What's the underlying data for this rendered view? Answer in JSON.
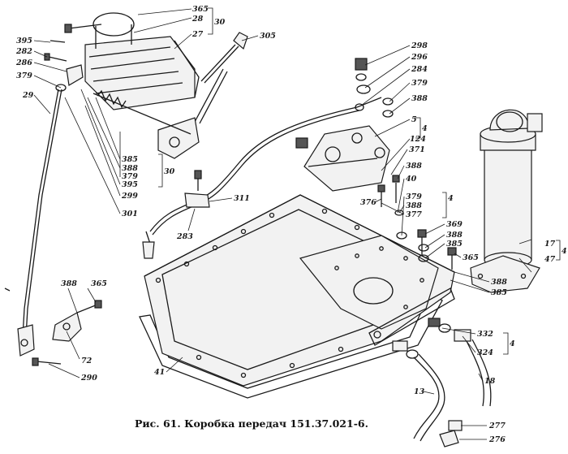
{
  "caption": "Рис. 61. Коробка передач 151.37.021-6.",
  "labels": [
    {
      "id": "l365a",
      "text": "365"
    },
    {
      "id": "l28",
      "text": "28"
    },
    {
      "id": "l27",
      "text": "27"
    },
    {
      "id": "l30a",
      "text": "30"
    },
    {
      "id": "l305",
      "text": "305"
    },
    {
      "id": "l395a",
      "text": "395"
    },
    {
      "id": "l282",
      "text": "282"
    },
    {
      "id": "l286",
      "text": "286"
    },
    {
      "id": "l379a",
      "text": "379"
    },
    {
      "id": "l29",
      "text": "29"
    },
    {
      "id": "l298",
      "text": "298"
    },
    {
      "id": "l296",
      "text": "296"
    },
    {
      "id": "l284",
      "text": "284"
    },
    {
      "id": "l379b",
      "text": "379"
    },
    {
      "id": "l388a",
      "text": "388"
    },
    {
      "id": "l5",
      "text": "5"
    },
    {
      "id": "l4a",
      "text": "4"
    },
    {
      "id": "l124",
      "text": "124"
    },
    {
      "id": "l371",
      "text": "371"
    },
    {
      "id": "l385a",
      "text": "385"
    },
    {
      "id": "l388b",
      "text": "388"
    },
    {
      "id": "l379c",
      "text": "379"
    },
    {
      "id": "l395b",
      "text": "395"
    },
    {
      "id": "l30b",
      "text": "30"
    },
    {
      "id": "l299",
      "text": "299"
    },
    {
      "id": "l301",
      "text": "301"
    },
    {
      "id": "l311",
      "text": "311"
    },
    {
      "id": "l283",
      "text": "283"
    },
    {
      "id": "l376",
      "text": "376"
    },
    {
      "id": "l388c",
      "text": "388"
    },
    {
      "id": "l40",
      "text": "40"
    },
    {
      "id": "l379d",
      "text": "379"
    },
    {
      "id": "l388d",
      "text": "388"
    },
    {
      "id": "l377",
      "text": "377"
    },
    {
      "id": "l4b",
      "text": "4"
    },
    {
      "id": "l369",
      "text": "369"
    },
    {
      "id": "l388e",
      "text": "388"
    },
    {
      "id": "l385b",
      "text": "385"
    },
    {
      "id": "l365b",
      "text": "365"
    },
    {
      "id": "l17",
      "text": "17"
    },
    {
      "id": "l47",
      "text": "47"
    },
    {
      "id": "l4c",
      "text": "4"
    },
    {
      "id": "l388f",
      "text": "388"
    },
    {
      "id": "l365c",
      "text": "365"
    },
    {
      "id": "l388g",
      "text": "388"
    },
    {
      "id": "l385c",
      "text": "385"
    },
    {
      "id": "l332",
      "text": "332"
    },
    {
      "id": "l324",
      "text": "324"
    },
    {
      "id": "l4d",
      "text": "4"
    },
    {
      "id": "l72",
      "text": "72"
    },
    {
      "id": "l290",
      "text": "290"
    },
    {
      "id": "l41",
      "text": "41"
    },
    {
      "id": "l18",
      "text": "18"
    },
    {
      "id": "l13",
      "text": "13"
    },
    {
      "id": "l277",
      "text": "277"
    },
    {
      "id": "l276",
      "text": "276"
    }
  ]
}
